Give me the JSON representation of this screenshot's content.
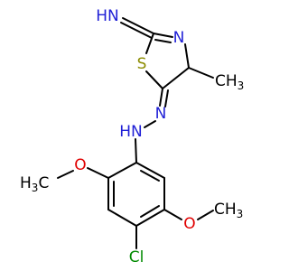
{
  "colors": {
    "background": "#ffffff",
    "bond": "#000000",
    "carbon": "#000000",
    "nitrogen": "#1f1fd6",
    "sulfur": "#8c8c00",
    "oxygen": "#e00000",
    "chlorine": "#008a00"
  },
  "atoms": {
    "imine_nh": {
      "main": "HN",
      "element": "nitrogen"
    },
    "ring_n": {
      "main": "N",
      "element": "nitrogen"
    },
    "ring_s": {
      "main": "S",
      "element": "sulfur"
    },
    "methyl": {
      "main": "CH",
      "sub": "3",
      "element": "carbon"
    },
    "hydrazone_n": {
      "main": "N",
      "element": "nitrogen"
    },
    "hydrazone_nh": {
      "main": "HN",
      "element": "nitrogen"
    },
    "o_left": {
      "main": "O",
      "element": "oxygen"
    },
    "methoxy_left": {
      "main": "H",
      "sub": "3",
      "main2": "C",
      "element": "carbon"
    },
    "o_right": {
      "main": "O",
      "element": "oxygen"
    },
    "methoxy_right": {
      "main": "CH",
      "sub": "3",
      "element": "carbon"
    },
    "chlorine": {
      "main": "Cl",
      "element": "chlorine"
    }
  }
}
